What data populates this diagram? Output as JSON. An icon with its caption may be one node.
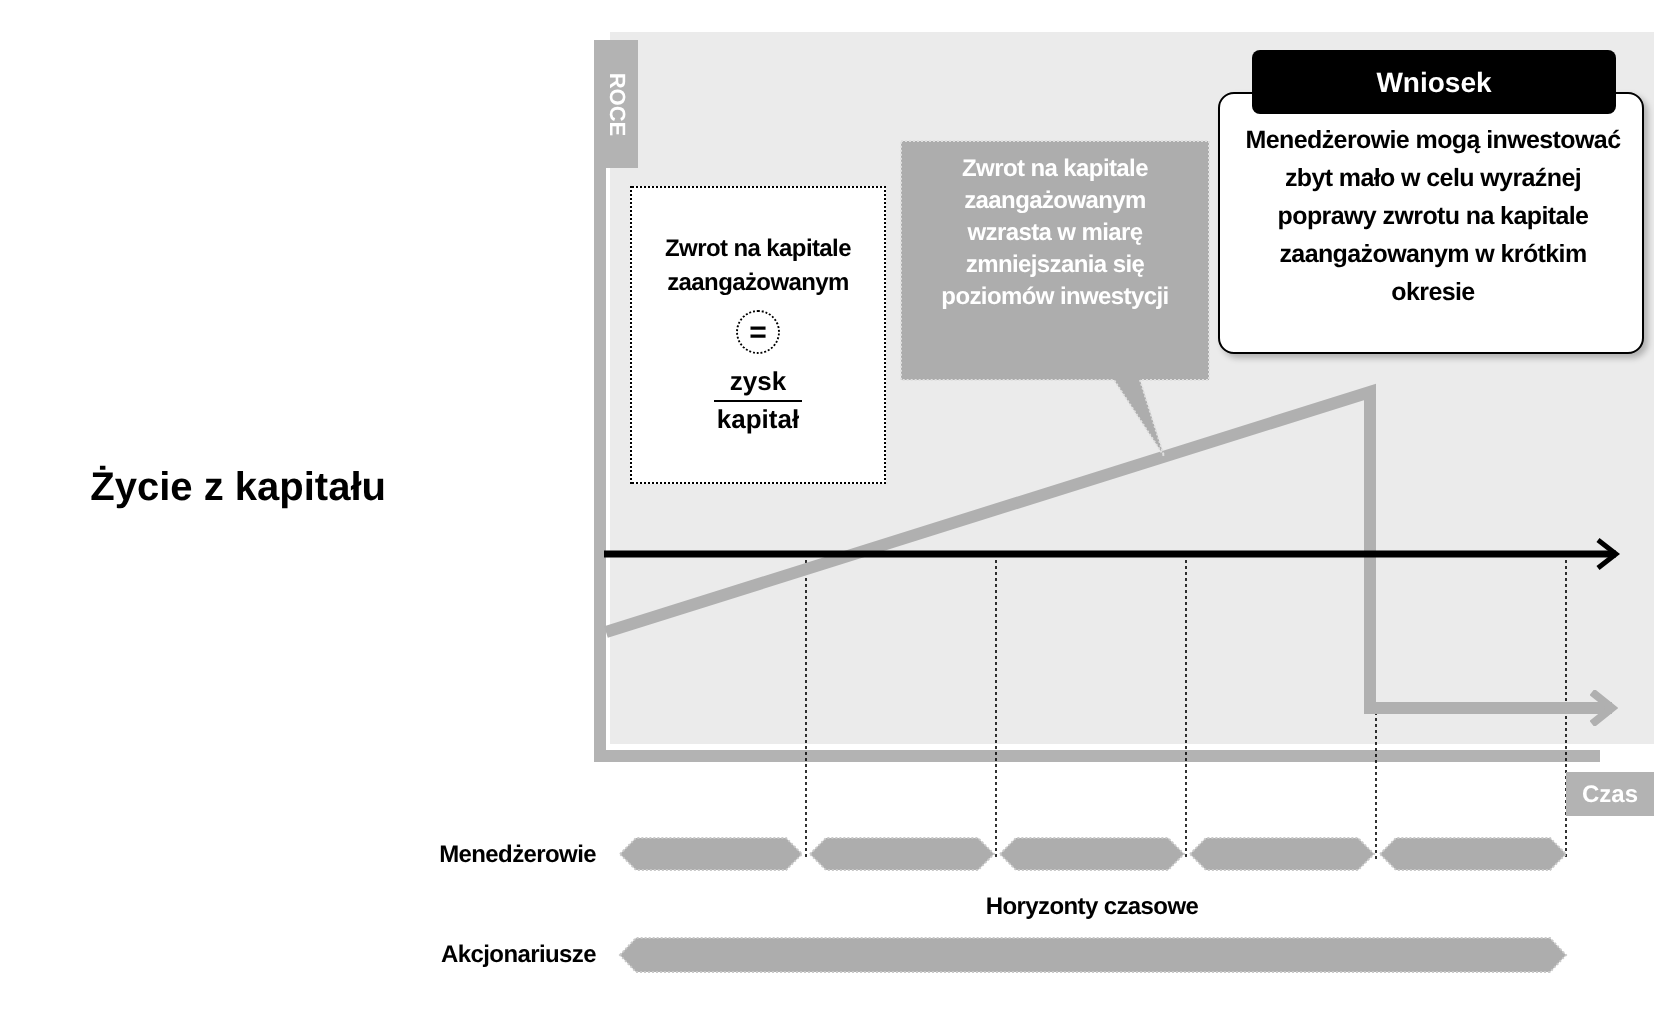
{
  "diagram": {
    "title": "Życie z kapitału",
    "nodes": [
      {
        "text": [
          "Zwrot na kapitale zaangażowanym",
          "=",
          "zysk",
          "kapitał"
        ]
      },
      {
        "text": [
          "Zwrot na kapitale zaangażowanym wzrasta w miarę zmniejszania się poziomów inwestycji"
        ]
      },
      {
        "text": [
          "Wniosek",
          "Menedżerowie mogą inwestować zbyt mało w celu wyraźnej poprawy zwrotu na kapitale zaangażowanym w krótkim okresie"
        ]
      }
    ],
    "labels": [
      "ROCE",
      "Czas",
      "Menedżerowie",
      "Horyzonty czasowe",
      "Akcjonariusze"
    ]
  }
}
